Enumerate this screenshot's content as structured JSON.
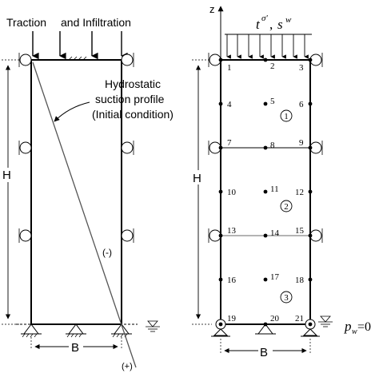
{
  "left_panel": {
    "load_label_part1": "Traction",
    "load_label_part2": "and Infiltration",
    "annotation_line1": "Hydrostatic",
    "annotation_line2": "suction profile",
    "annotation_line3": "(Initial condition)",
    "height_label": "H",
    "width_label": "B",
    "negative_sign": "(-)",
    "positive_sign": "(+)"
  },
  "right_panel": {
    "axis_label": "z",
    "load_label": "t^σ', s^w",
    "load_label_t": "t",
    "load_label_t_sup": "σ'",
    "load_label_sep": ", ",
    "load_label_s": "s",
    "load_label_s_sup": "w",
    "height_label": "H",
    "width_label": "B",
    "bottom_bc_label": "p_w = 0",
    "bottom_bc_p": "p",
    "bottom_bc_sub": "w",
    "bottom_bc_eq": "=0",
    "node_labels": [
      "1",
      "2",
      "3",
      "4",
      "5",
      "6",
      "7",
      "8",
      "9",
      "10",
      "11",
      "12",
      "13",
      "14",
      "15",
      "16",
      "17",
      "18",
      "19",
      "20",
      "21"
    ],
    "element_labels": [
      "1",
      "2",
      "3"
    ]
  }
}
